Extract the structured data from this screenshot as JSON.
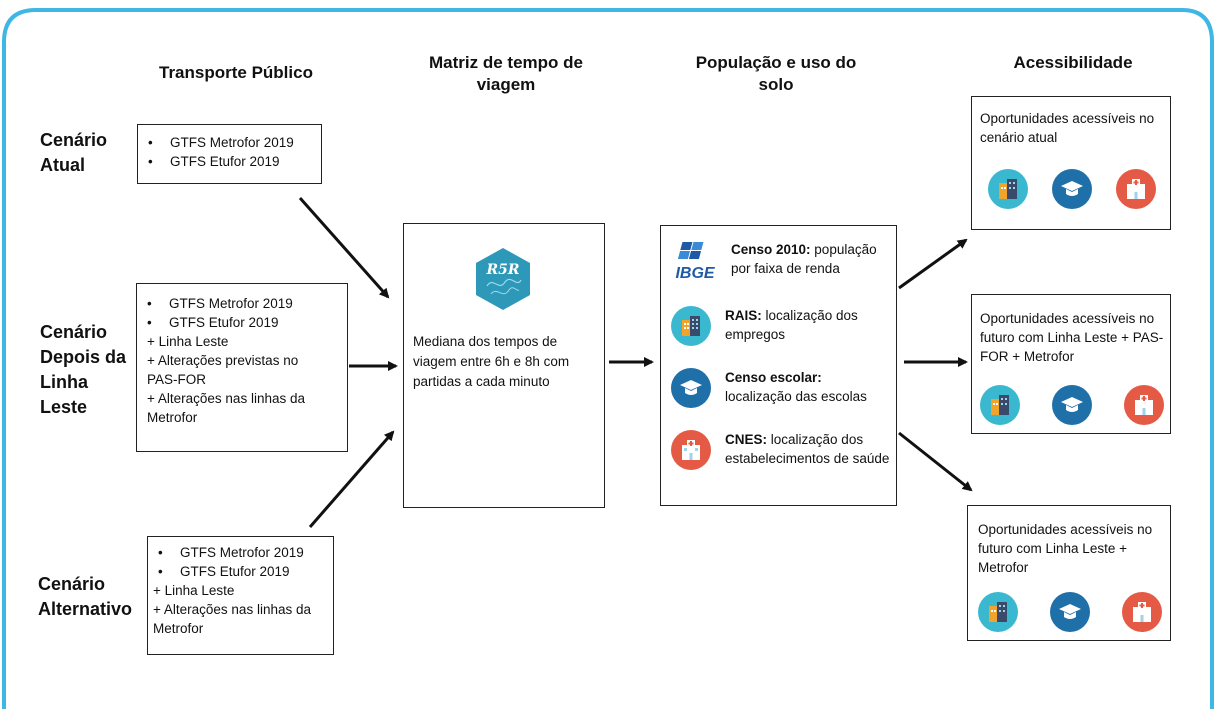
{
  "headers": {
    "transporte": "Transporte Público",
    "matriz": "Matriz de tempo de viagem",
    "populacao": "População e uso do solo",
    "acessibilidade": "Acessibilidade"
  },
  "rows": {
    "atual": "Cenário Atual",
    "depois": "Cenário Depois da Linha Leste",
    "alternativo": "Cenário Alternativo"
  },
  "scenario_boxes": {
    "atual": {
      "bullets": [
        "GTFS Metrofor 2019",
        "GTFS Etufor 2019"
      ],
      "plus": []
    },
    "depois": {
      "bullets": [
        "GTFS Metrofor 2019",
        "GTFS Etufor 2019"
      ],
      "plus": [
        "+ Linha Leste",
        "+ Alterações previstas no PAS-FOR",
        "+ Alterações nas linhas da Metrofor"
      ]
    },
    "alternativo": {
      "bullets": [
        "GTFS Metrofor 2019",
        "GTFS Etufor 2019"
      ],
      "plus": [
        "+ Linha Leste",
        "+ Alterações nas linhas da Metrofor"
      ]
    }
  },
  "matrix": {
    "logo_text": "R5R",
    "description": "Mediana dos tempos de viagem entre 6h e 8h com partidas a cada minuto"
  },
  "land_use": [
    {
      "icon": "ibge-logo",
      "logo_text": "IBGE",
      "bold": "Censo 2010:",
      "text": " população por faixa de renda"
    },
    {
      "icon": "building-icon",
      "bold": "RAIS:",
      "text": " localização dos empregos"
    },
    {
      "icon": "graduation-cap-icon",
      "bold": "Censo escolar:",
      "text": " localização das escolas"
    },
    {
      "icon": "hospital-icon",
      "bold": "CNES:",
      "text": " localização dos estabelecimentos de saúde"
    }
  ],
  "accessibility": [
    "Oportunidades acessíveis no cenário atual",
    "Oportunidades acessíveis no futuro com Linha Leste + PAS-FOR + Metrofor",
    "Oportunidades acessíveis no futuro com Linha Leste + Metrofor"
  ],
  "colors": {
    "frame": "#3fb6e3",
    "building_bg": "#3ab8cf",
    "school_bg": "#1f6fa8",
    "hospital_bg": "#e45a45",
    "r5r_hex": "#2e98b9"
  }
}
